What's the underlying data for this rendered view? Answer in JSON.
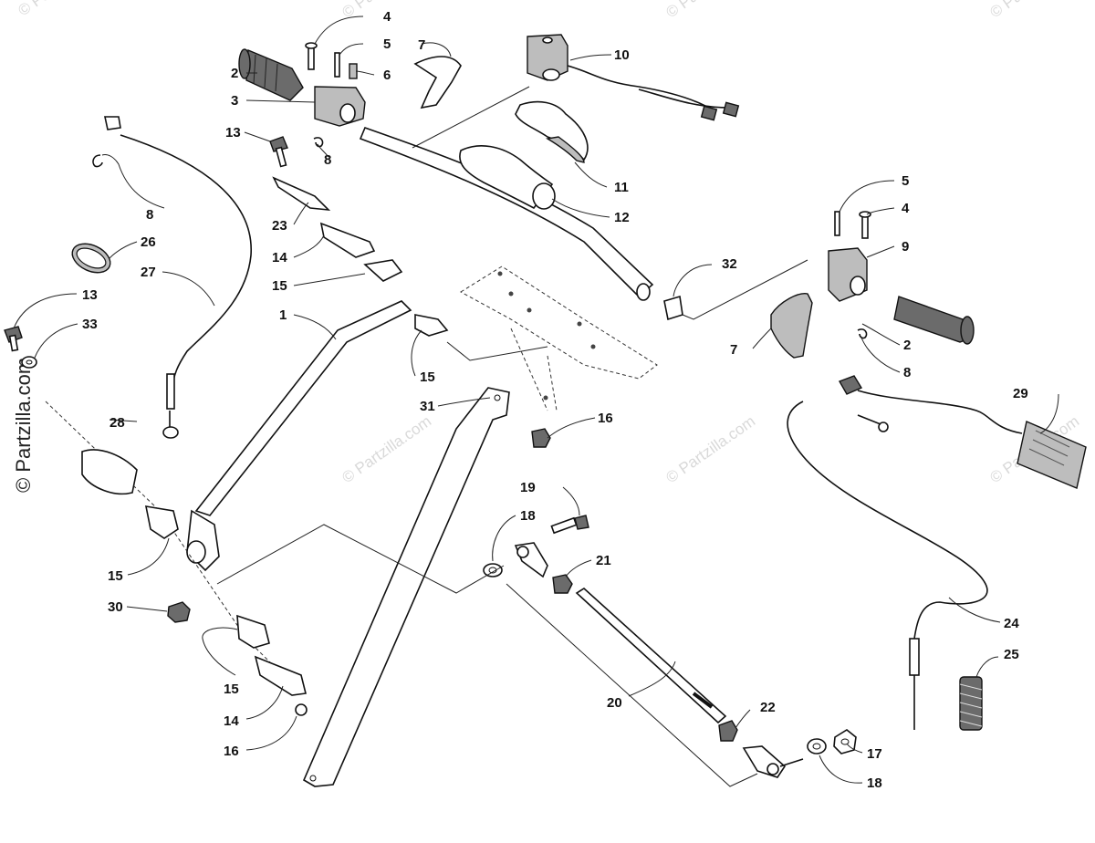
{
  "watermark": {
    "text": "© Partzilla.com",
    "side_text": "© Partzilla.com"
  },
  "callouts": [
    {
      "id": "c4a",
      "label": "4"
    },
    {
      "id": "c5a",
      "label": "5"
    },
    {
      "id": "c6",
      "label": "6"
    },
    {
      "id": "c7a",
      "label": "7"
    },
    {
      "id": "c2a",
      "label": "2"
    },
    {
      "id": "c3",
      "label": "3"
    },
    {
      "id": "c10",
      "label": "10"
    },
    {
      "id": "c13a",
      "label": "13"
    },
    {
      "id": "c8a",
      "label": "8"
    },
    {
      "id": "c8b",
      "label": "8"
    },
    {
      "id": "c11",
      "label": "11"
    },
    {
      "id": "c12",
      "label": "12"
    },
    {
      "id": "c23",
      "label": "23"
    },
    {
      "id": "c26",
      "label": "26"
    },
    {
      "id": "c14a",
      "label": "14"
    },
    {
      "id": "c27",
      "label": "27"
    },
    {
      "id": "c15a",
      "label": "15"
    },
    {
      "id": "c13b",
      "label": "13"
    },
    {
      "id": "c1",
      "label": "1"
    },
    {
      "id": "c33",
      "label": "33"
    },
    {
      "id": "c15b",
      "label": "15"
    },
    {
      "id": "c28",
      "label": "28"
    },
    {
      "id": "c31",
      "label": "31"
    },
    {
      "id": "c16a",
      "label": "16"
    },
    {
      "id": "c5b",
      "label": "5"
    },
    {
      "id": "c4b",
      "label": "4"
    },
    {
      "id": "c9",
      "label": "9"
    },
    {
      "id": "c32",
      "label": "32"
    },
    {
      "id": "c7b",
      "label": "7"
    },
    {
      "id": "c2b",
      "label": "2"
    },
    {
      "id": "c8c",
      "label": "8"
    },
    {
      "id": "c29",
      "label": "29"
    },
    {
      "id": "c19",
      "label": "19"
    },
    {
      "id": "c18a",
      "label": "18"
    },
    {
      "id": "c21",
      "label": "21"
    },
    {
      "id": "c15c",
      "label": "15"
    },
    {
      "id": "c30",
      "label": "30"
    },
    {
      "id": "c15d",
      "label": "15"
    },
    {
      "id": "c14b",
      "label": "14"
    },
    {
      "id": "c16b",
      "label": "16"
    },
    {
      "id": "c20",
      "label": "20"
    },
    {
      "id": "c22",
      "label": "22"
    },
    {
      "id": "c24",
      "label": "24"
    },
    {
      "id": "c25",
      "label": "25"
    },
    {
      "id": "c17",
      "label": "17"
    },
    {
      "id": "c18b",
      "label": "18"
    }
  ]
}
